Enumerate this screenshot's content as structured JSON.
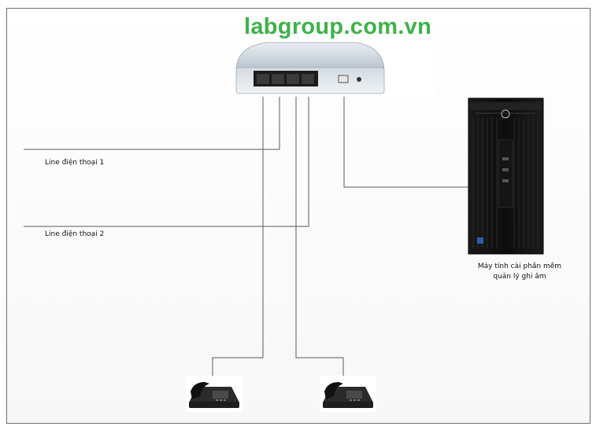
{
  "brand": {
    "text": "labgroup.com.vn",
    "color": "#3fb14a"
  },
  "lines": {
    "line1": "Line điện thoại 1",
    "line2": "Line điện thoại 2"
  },
  "computer": {
    "caption_line1": "Máy tính cài phần mềm",
    "caption_line2": "quản lý ghi âm"
  },
  "icons": {
    "recorder": "call-recorder-device-icon",
    "computer": "hp-desktop-tower-icon",
    "phone": "desk-telephone-icon"
  }
}
